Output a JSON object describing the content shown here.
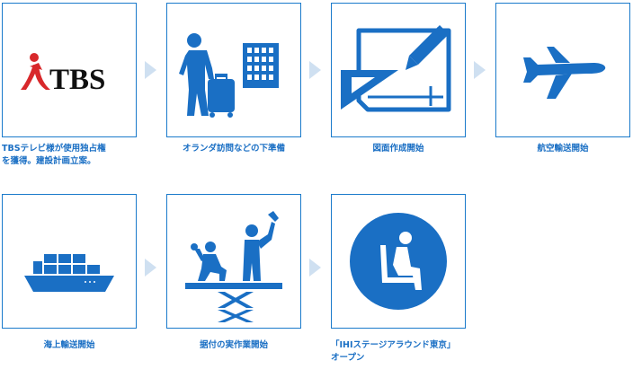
{
  "steps": [
    {
      "caption_lines": [
        "TBSテレビ様が使用独占権",
        "を獲得。建設計画立案。"
      ],
      "logo_text": "TBS",
      "icon": "tbs-logo"
    },
    {
      "caption_lines": [
        "オランダ訪問などの下準備"
      ],
      "icon": "traveler-icon"
    },
    {
      "caption_lines": [
        "図面作成開始"
      ],
      "icon": "drawing-icon"
    },
    {
      "caption_lines": [
        "航空輸送開始"
      ],
      "icon": "airplane-icon"
    },
    {
      "caption_lines": [
        "海上輸送開始"
      ],
      "icon": "ship-icon"
    },
    {
      "caption_lines": [
        "据付の実作業開始"
      ],
      "icon": "workers-icon"
    },
    {
      "caption_lines": [
        "「IHIステージアラウンド東京」",
        "オープン"
      ],
      "icon": "seat-icon"
    }
  ],
  "colors": {
    "accent": "#1a7acb",
    "arrow": "#cfe0f1",
    "tbs_red": "#d8282b"
  }
}
